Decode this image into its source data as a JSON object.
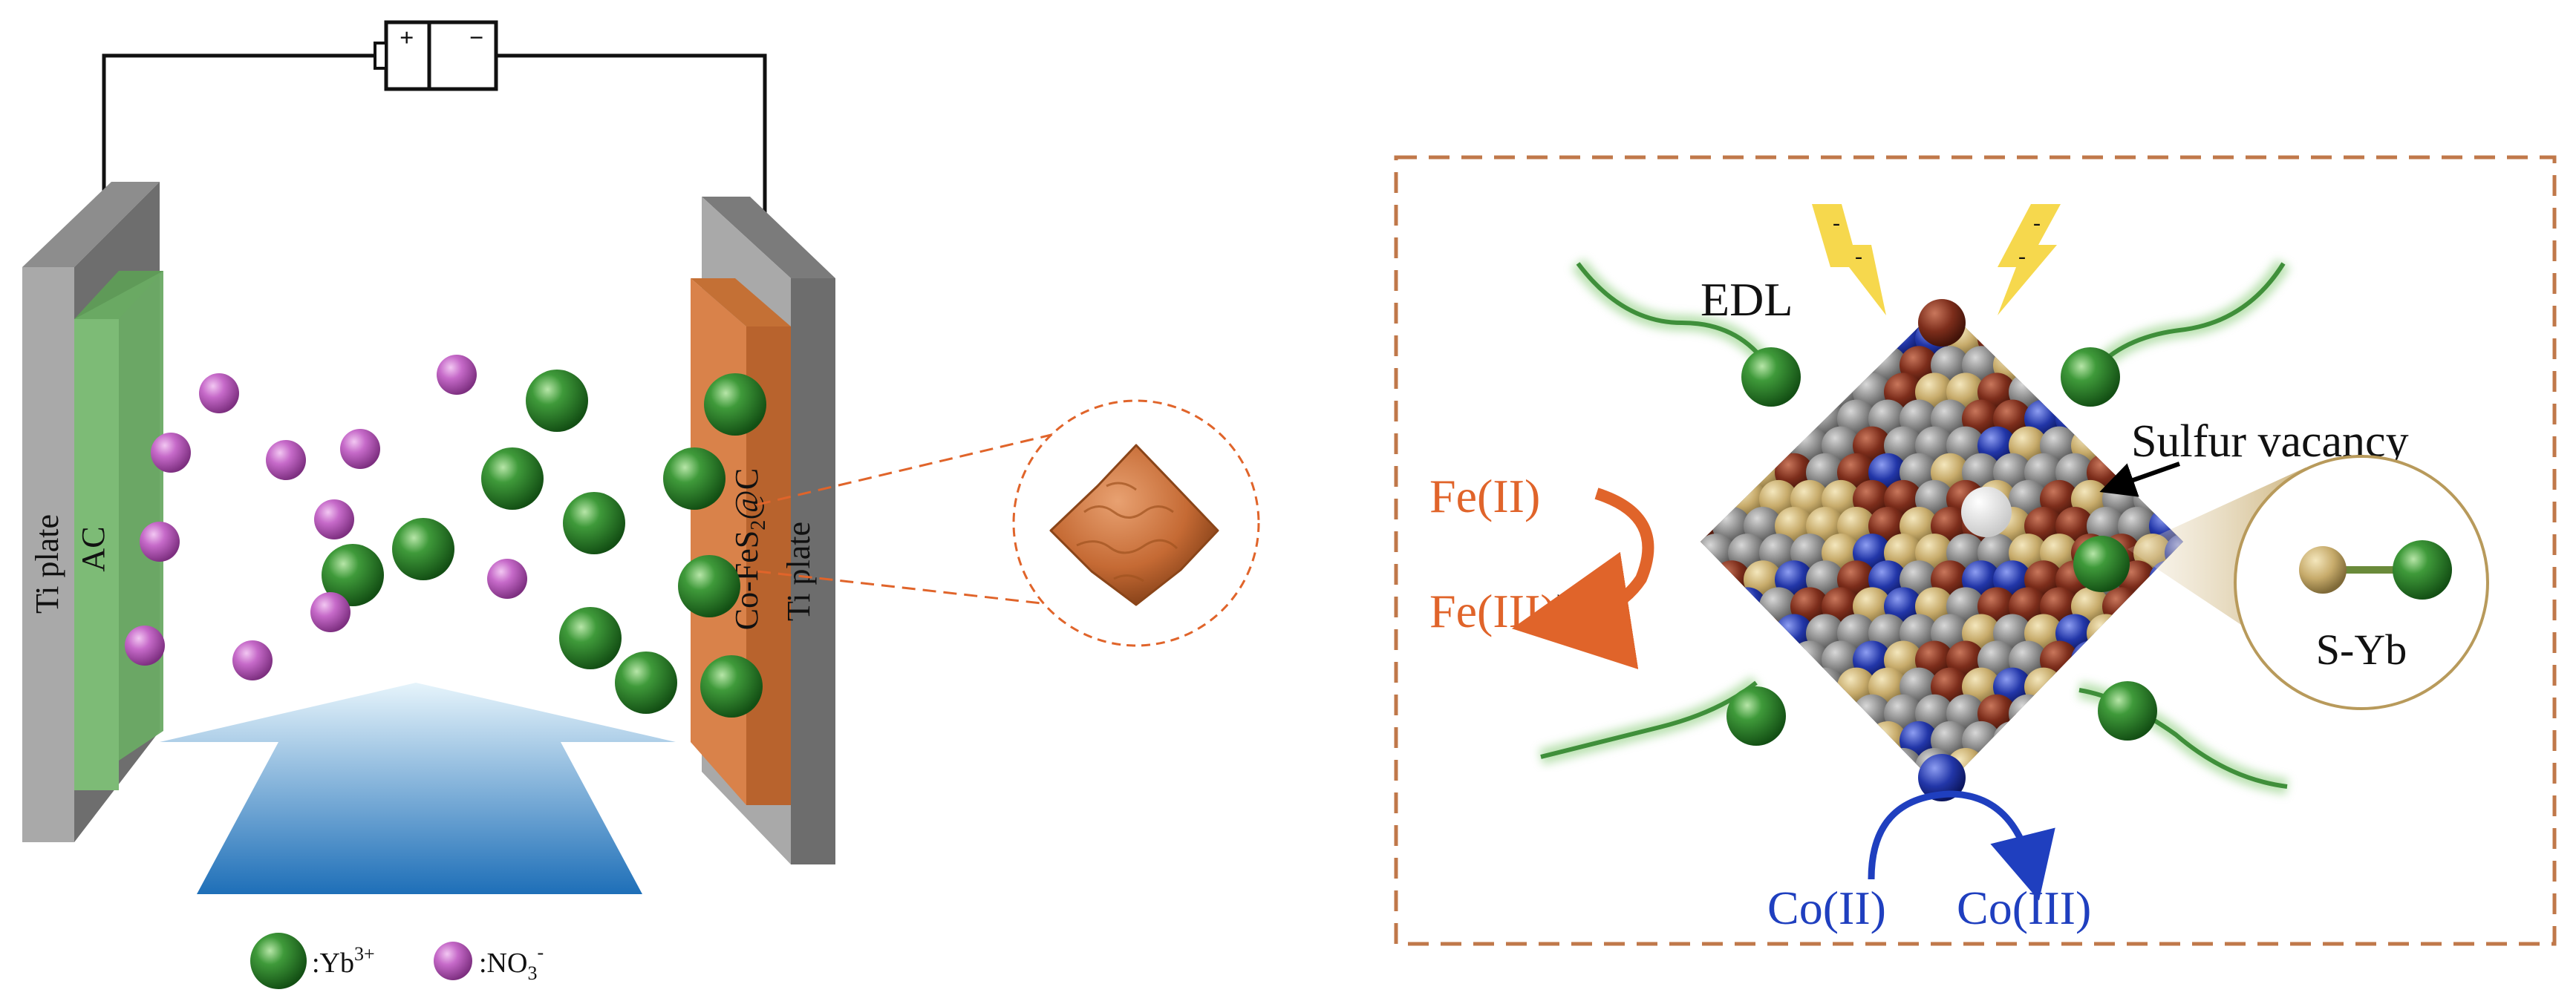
{
  "cell": {
    "left_plate_label": "Ti plate",
    "right_plate_label": "Ti plate",
    "anode_label": "AC",
    "cathode_label_main": "Co-FeS",
    "cathode_label_sub": "2",
    "cathode_label_tail": "@C",
    "battery_plus": "+",
    "battery_minus": "−"
  },
  "legend": {
    "yb_text": ":Yb",
    "yb_sup": "3+",
    "no3_text": ":NO",
    "no3_sub": "3",
    "no3_sup": "-"
  },
  "mechanism": {
    "edl_label": "EDL",
    "vacancy_label": "Sulfur vacancy",
    "fe2_label": "Fe(II)",
    "fe3_label": "Fe(III)",
    "fe3_paren": ")",
    "co2_label": "Co(II)",
    "co3_label": "Co(III)",
    "syb_label": "S-Yb",
    "charge_sign": "-"
  },
  "colors": {
    "green_ion": "#2e7d2e",
    "purple_ion": "#b45cb8",
    "orange_accent": "#e0642a",
    "blue_accent": "#1f3fbf",
    "frame_dash": "#c0784a",
    "ti_plate": "#a9a9a9",
    "anode_green": "#6aaa64",
    "cathode_orange": "#d9824a"
  }
}
